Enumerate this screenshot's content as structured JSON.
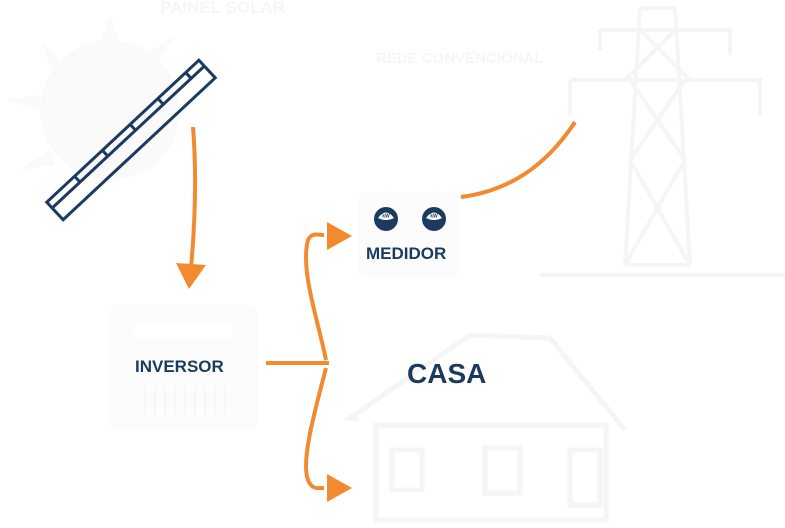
{
  "diagram": {
    "title": "Sistema fotovoltaico conectado à rede",
    "colors": {
      "primary": "#1c3a5e",
      "flow": "#f28a30",
      "faint": "#f6f6f6",
      "background": "#ffffff"
    },
    "nodes": {
      "solar_panel": {
        "label": "PAINEL SOLAR",
        "icon": "solar-panel-icon"
      },
      "grid": {
        "label": "REDE CONVENCIONAL",
        "icon": "transmission-tower-icon"
      },
      "meter": {
        "label": "MEDIDOR",
        "icon": "meter-icon",
        "gauge_text": "kW",
        "gauge_count": 2
      },
      "inverter": {
        "label": "INVERSOR",
        "icon": "inverter-icon"
      },
      "house": {
        "label": "CASA",
        "icon": "house-icon"
      }
    },
    "edges": [
      {
        "from": "solar_panel",
        "to": "inverter",
        "arrow": true
      },
      {
        "from": "inverter",
        "to": "meter",
        "arrow": true
      },
      {
        "from": "inverter",
        "to": "house",
        "arrow": true
      },
      {
        "from": "meter",
        "to": "grid",
        "arrow": false
      }
    ]
  }
}
